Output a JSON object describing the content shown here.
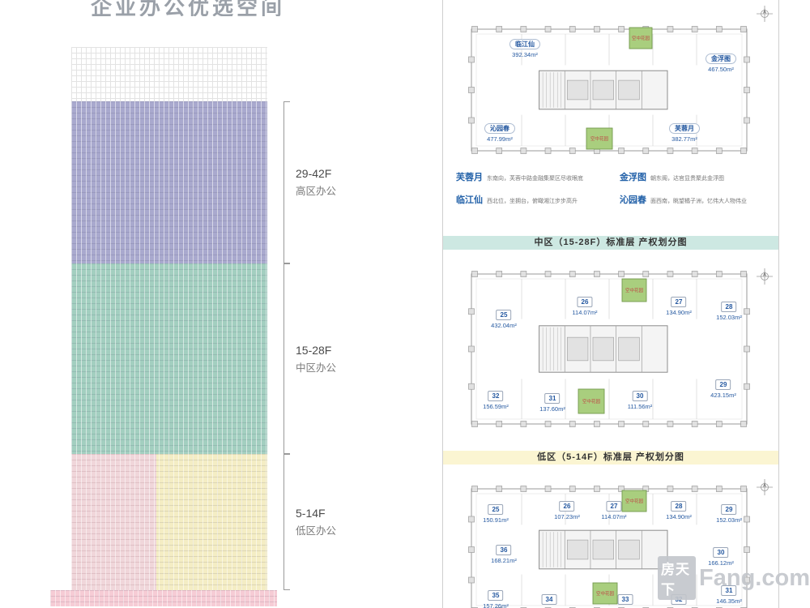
{
  "page": {
    "title": "企业办公优选空间"
  },
  "elevation": {
    "zones": [
      {
        "range": "29-42F",
        "label": "高区办公"
      },
      {
        "range": "15-28F",
        "label": "中区办公"
      },
      {
        "range": "5-14F",
        "label": "低区办公"
      }
    ]
  },
  "plans": [
    {
      "green_label": "空中花园",
      "units": [
        {
          "label": "临江仙",
          "area": "392.34m²"
        },
        {
          "label": "金浮图",
          "area": "467.50m²"
        },
        {
          "label": "沁园春",
          "area": "477.99m²"
        },
        {
          "label": "芙蓉月",
          "area": "382.77m²"
        }
      ]
    },
    {
      "green_label": "空中花园",
      "units": [
        {
          "label": "25",
          "area": "432.04m²"
        },
        {
          "label": "26",
          "area": "114.07m²"
        },
        {
          "label": "27",
          "area": "134.90m²"
        },
        {
          "label": "28",
          "area": "152.03m²"
        },
        {
          "label": "29",
          "area": "423.15m²"
        },
        {
          "label": "30",
          "area": "111.56m²"
        },
        {
          "label": "31",
          "area": "137.60m²"
        },
        {
          "label": "32",
          "area": "156.59m²"
        }
      ]
    },
    {
      "green_label": "空中花园",
      "units": [
        {
          "label": "25",
          "area": "150.91m²"
        },
        {
          "label": "26",
          "area": "107.23m²"
        },
        {
          "label": "27",
          "area": "114.07m²"
        },
        {
          "label": "28",
          "area": "134.90m²"
        },
        {
          "label": "29",
          "area": "152.03m²"
        },
        {
          "label": "36",
          "area": "168.21m²"
        },
        {
          "label": "30",
          "area": "166.12m²"
        },
        {
          "label": "35",
          "area": "157.26m²"
        },
        {
          "label": "34",
          "area": ""
        },
        {
          "label": "33",
          "area": ""
        },
        {
          "label": "32",
          "area": ""
        },
        {
          "label": "31",
          "area": "146.35m²"
        }
      ]
    }
  ],
  "legend": {
    "items": [
      {
        "name": "芙蓉月",
        "desc": "东南向，芙蓉中路金融集聚区尽收眼底"
      },
      {
        "name": "金浮图",
        "desc": "朝东阁，达官显贵聚此金浮图"
      },
      {
        "name": "临江仙",
        "desc": "西北位，坐拥台，俯瞰湘江步步高升"
      },
      {
        "name": "沁园春",
        "desc": "面西南，眺望橘子洲，忆伟大人物伟业"
      }
    ]
  },
  "banners": [
    "中区（15-28F）标准层 产权划分图",
    "低区（5-14F）标准层 产权划分图"
  ],
  "watermark": {
    "brand_cn": "房天下",
    "brand_en": "Fang.com"
  },
  "colors": {
    "zone_high": "#a9a9ce",
    "zone_mid": "#a3cfc0",
    "zone_low": "#f4edc4",
    "podium_pink": "#f6ccd5",
    "banner_mid": "#cde8e2",
    "banner_low": "#fbf5d2",
    "green_room": "#a9ce7e",
    "unit_text": "#2458a0"
  }
}
